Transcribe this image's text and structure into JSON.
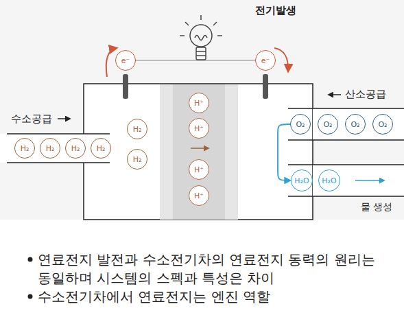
{
  "diagram": {
    "nodes": [
      {
        "text": [
          "e⁻"
        ]
      },
      {
        "text": [
          "e⁻"
        ]
      },
      {
        "text": [
          "H₂"
        ]
      },
      {
        "text": [
          "H₂"
        ]
      },
      {
        "text": [
          "H₂"
        ]
      },
      {
        "text": [
          "H₂"
        ]
      },
      {
        "text": [
          "H₂"
        ]
      },
      {
        "text": [
          "H₂"
        ]
      },
      {
        "text": [
          "H⁺"
        ]
      },
      {
        "text": [
          "H⁺"
        ]
      },
      {
        "text": [
          "H⁺"
        ]
      },
      {
        "text": [
          "H⁺"
        ]
      },
      {
        "text": [
          "O₂"
        ]
      },
      {
        "text": [
          "O₂"
        ]
      },
      {
        "text": [
          "O₂"
        ]
      },
      {
        "text": [
          "O₂"
        ]
      },
      {
        "text": [
          "H₂O"
        ]
      },
      {
        "text": [
          "H₂O"
        ]
      }
    ],
    "edges": [
      {
        "from": 12,
        "to": 16,
        "arrow": "to"
      }
    ],
    "labels": [
      "전기발생",
      "수소공급",
      "산소공급",
      "물 생성",
      "연료전지 발전과 수소전기차의 연료전지 동력의 원리는 동일하며 시스템의 스펙과 특성은 차이",
      "수소전기차에서 연료전지는 엔진 역할"
    ]
  }
}
